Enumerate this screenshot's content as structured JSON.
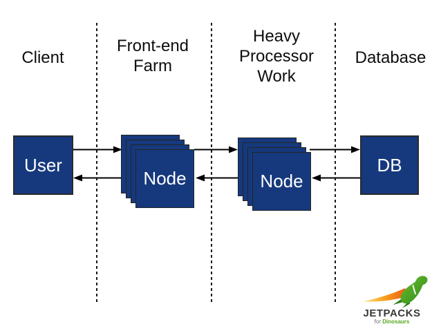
{
  "slide": {
    "headers": {
      "client": "Client",
      "frontend": "Front-end Farm",
      "processor": "Heavy Processor Work",
      "database": "Database"
    },
    "boxes": {
      "user": "User",
      "frontend_node": "Node",
      "worker_node": "Node",
      "db": "DB"
    }
  },
  "logo": {
    "title": "JETPACKS",
    "subtitle_prefix": "for",
    "subtitle_brand": "Dinosaurs"
  },
  "colors": {
    "box_fill": "#16397d",
    "box_border": "#2a2a2a",
    "arrow": "#000000",
    "separator": "#161616",
    "logo_green": "#4aa81e",
    "logo_orange": "#e8521a",
    "logo_flame_light": "#ffd24d",
    "logo_text": "#383838"
  }
}
